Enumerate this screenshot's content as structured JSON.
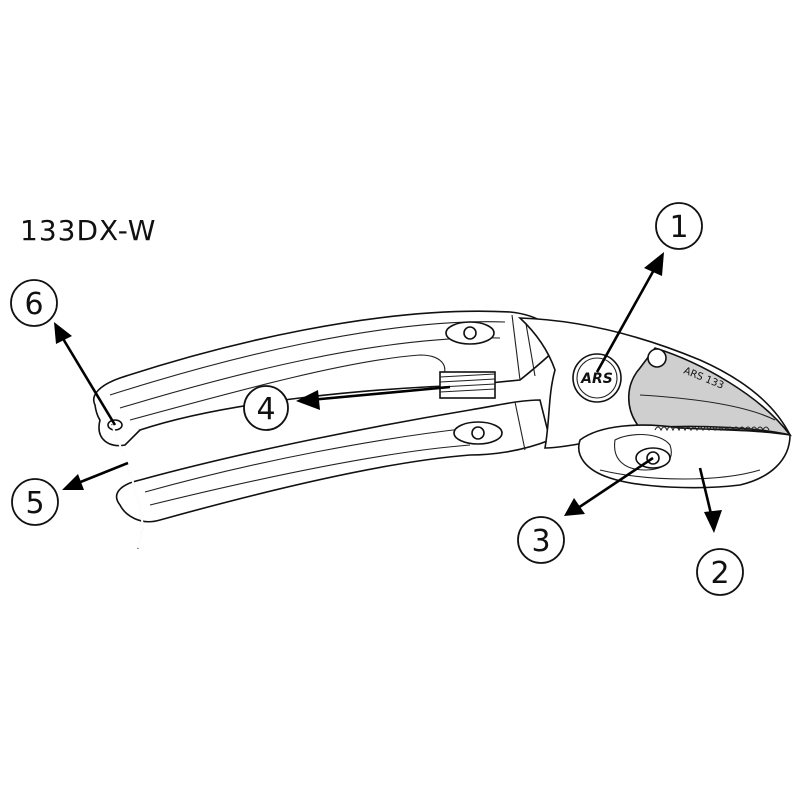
{
  "diagram": {
    "model": "133DX-W",
    "subject": "pruning shears (anvil type) parts diagram",
    "brand_logo_text": "ARS",
    "blade_engraving": "ARS 133",
    "callouts": [
      {
        "number": "1",
        "target": "brand logo / pivot bolt"
      },
      {
        "number": "2",
        "target": "lower anvil blade"
      },
      {
        "number": "3",
        "target": "anvil fixing screw"
      },
      {
        "number": "4",
        "target": "spring"
      },
      {
        "number": "5",
        "target": "lock wire lower end"
      },
      {
        "number": "6",
        "target": "lock wire / handle catch"
      }
    ]
  },
  "colors": {
    "line": "#111111",
    "background": "#ffffff",
    "blade_grey": "#cfcfcf"
  }
}
